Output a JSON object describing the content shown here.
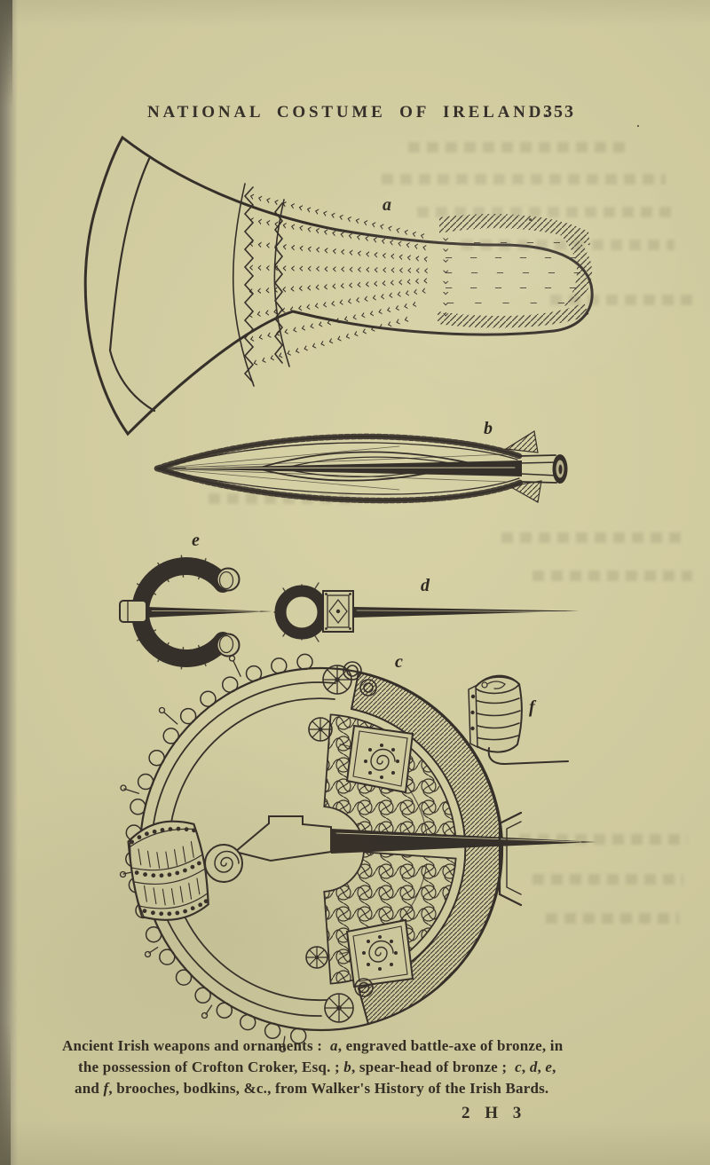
{
  "header": {
    "title": "NATIONAL COSTUME OF IRELAND.",
    "page_number": "353"
  },
  "figure_labels": {
    "a": "a",
    "b": "b",
    "c": "c",
    "d": "d",
    "e": "e",
    "f": "f"
  },
  "caption": {
    "lines": [
      [
        {
          "text": "Ancient Irish weapons and ornaments :  "
        },
        {
          "text": "a",
          "italic": true
        },
        {
          "text": ", engraved battle-axe of bronze, in"
        }
      ],
      [
        {
          "text": "the possession of Crofton Croker, Esq. ; "
        },
        {
          "text": "b",
          "italic": true
        },
        {
          "text": ", spear-head of bronze ;  "
        },
        {
          "text": "c",
          "italic": true
        },
        {
          "text": ", "
        },
        {
          "text": "d",
          "italic": true
        },
        {
          "text": ", "
        },
        {
          "text": "e",
          "italic": true
        },
        {
          "text": ","
        }
      ],
      [
        {
          "text": "and "
        },
        {
          "text": "f",
          "italic": true
        },
        {
          "text": ", brooches, bodkins, &c., from Walker's History of the Irish Bards."
        }
      ]
    ],
    "signature": "2 H 3"
  },
  "colors": {
    "paper": "#cfc99e",
    "ink": "#36302a",
    "edge": "#6e6a57"
  }
}
